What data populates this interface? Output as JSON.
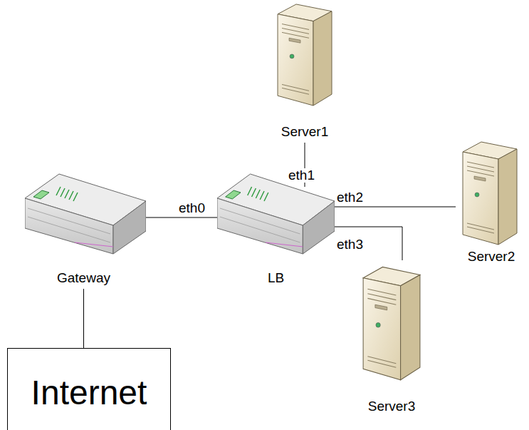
{
  "diagram": {
    "nodes": [
      {
        "text": [
          "Server1"
        ]
      },
      {
        "text": [
          "Server2"
        ]
      },
      {
        "text": [
          "Gateway"
        ]
      },
      {
        "text": [
          "LB"
        ]
      },
      {
        "text": [
          "Server3"
        ]
      },
      {
        "text": [
          "Internet"
        ]
      }
    ],
    "edges": [
      {
        "from": 2,
        "to": 5,
        "arrow": "none"
      },
      {
        "from": 2,
        "to": 3,
        "label": "eth0",
        "arrow": "none"
      },
      {
        "from": 3,
        "to": 0,
        "label": "eth1",
        "arrow": "none"
      },
      {
        "from": 3,
        "to": 1,
        "label": "eth2",
        "arrow": "none"
      },
      {
        "from": 3,
        "to": 4,
        "label": "eth3",
        "arrow": "none"
      }
    ]
  }
}
